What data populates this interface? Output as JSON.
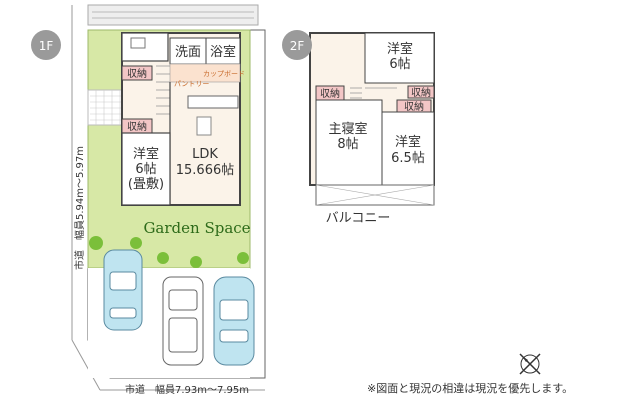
{
  "floors": [
    {
      "badge": "1F"
    },
    {
      "badge": "2F"
    }
  ],
  "rooms_1f": {
    "washroom": "洗面",
    "bath": "浴室",
    "storage_top": "収納",
    "storage_mid": "収納",
    "pantry": "パントリー",
    "cupboard": "カップボード",
    "ldk_name": "LDK",
    "ldk_size": "15.666帖",
    "washitsu_name": "洋室",
    "washitsu_size": "6帖",
    "washitsu_note": "(畳敷)"
  },
  "rooms_2f": {
    "yoshitsu_top_name": "洋室",
    "yoshitsu_top_size": "6帖",
    "storage_left": "収納",
    "storage_right_top": "収納",
    "storage_right": "収納",
    "master_name": "主寝室",
    "master_size": "8帖",
    "yoshitsu_right_name": "洋室",
    "yoshitsu_right_size": "6.5帖",
    "balcony": "バルコニー"
  },
  "site": {
    "garden_label": "Garden Space",
    "road_side": "市道　幅員5.94m〜5.97m",
    "road_bottom": "市道　幅員7.93m〜7.95m"
  },
  "colors": {
    "garden": "#d7e8a6",
    "room_wall": "#444444",
    "storage_fill": "#f3c6c6",
    "floor_fill": "#fbf3e9",
    "badge_fill": "#9a9a9a",
    "car_fill": "#bfe4f0"
  },
  "icons": [
    "compass-icon"
  ],
  "footnote": "※図面と現況の相違は現況を優先します。"
}
